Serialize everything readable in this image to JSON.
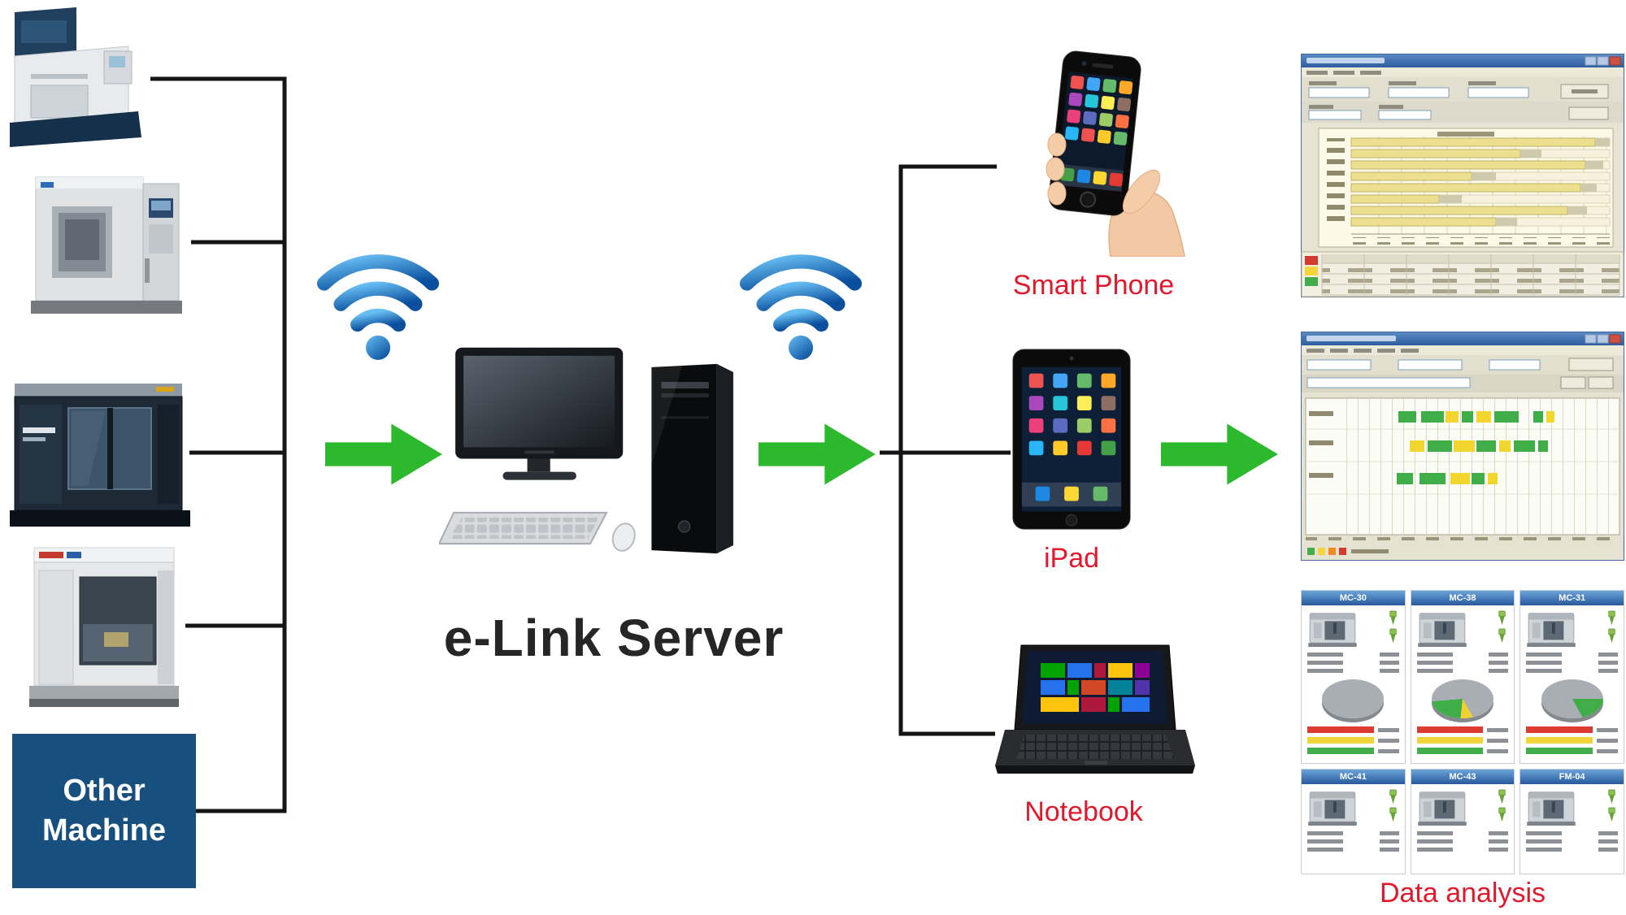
{
  "title": "e-Link Server",
  "other_machine": {
    "line1": "Other",
    "line2": "Machine"
  },
  "devices": {
    "smartphone_label": "Smart Phone",
    "ipad_label": "iPad",
    "notebook_label": "Notebook"
  },
  "analysis": {
    "label": "Data analysis",
    "tiles": [
      {
        "id": "MC-30"
      },
      {
        "id": "MC-38"
      },
      {
        "id": "MC-31"
      },
      {
        "id": "MC-41"
      },
      {
        "id": "MC-43"
      },
      {
        "id": "FM-04"
      }
    ]
  },
  "icons": {
    "wifi": "wifi-icon",
    "arrow": "right-arrow-icon"
  },
  "colors": {
    "arrow_green": "#2db92d",
    "label_red": "#e0192d",
    "other_machine_bg": "#17507e",
    "wifi_blue_light": "#5db4ee",
    "wifi_blue_dark": "#0b57a8",
    "connector": "#141414"
  }
}
